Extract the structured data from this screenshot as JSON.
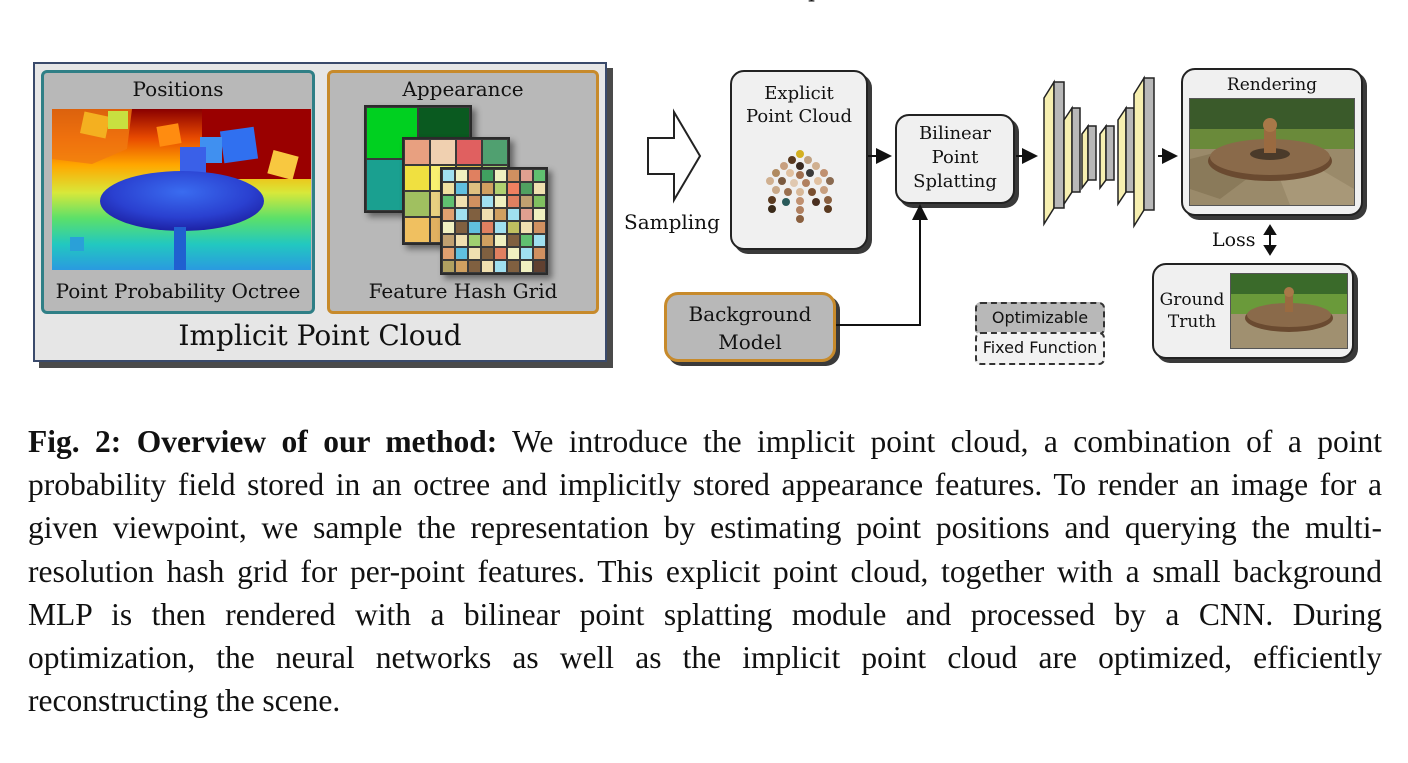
{
  "figure": {
    "top_fragment": "p",
    "implicit_point_cloud": {
      "title": "Implicit Point Cloud",
      "positions": {
        "title": "Positions",
        "caption": "Point Probability Octree"
      },
      "appearance": {
        "title": "Appearance",
        "caption": "Feature Hash Grid"
      }
    },
    "sampling_label": "Sampling",
    "explicit_point_cloud": {
      "line1": "Explicit",
      "line2": "Point Cloud"
    },
    "bilinear": {
      "line1": "Bilinear",
      "line2": "Point",
      "line3": "Splatting"
    },
    "background_model": {
      "line1": "Background",
      "line2": "Model"
    },
    "rendering_label": "Rendering",
    "loss_label": "Loss",
    "ground_truth": {
      "line1": "Ground",
      "line2": "Truth"
    },
    "legend": {
      "optimizable": "Optimizable",
      "fixed": "Fixed Function"
    },
    "colors": {
      "teal_border": "#2f7f86",
      "orange_border": "#c78a2b",
      "optimizable_fill": "#b8b8b8",
      "cnn_layer": "#f6efb0"
    }
  },
  "caption": {
    "label": "Fig. 2: Overview of our method:",
    "text": " We introduce the implicit point cloud, a combination of a point probability field stored in an octree and implicitly stored appearance features. To render an image for a given viewpoint, we sample the representation by estimating point positions and querying the multi-resolution hash grid for per-point features. This explicit point cloud, together with a small background MLP is then rendered with a bilinear point splatting module and processed by a CNN. During optimization, the neural networks as well as the implicit point cloud are optimized, efficiently reconstructing the scene."
  }
}
